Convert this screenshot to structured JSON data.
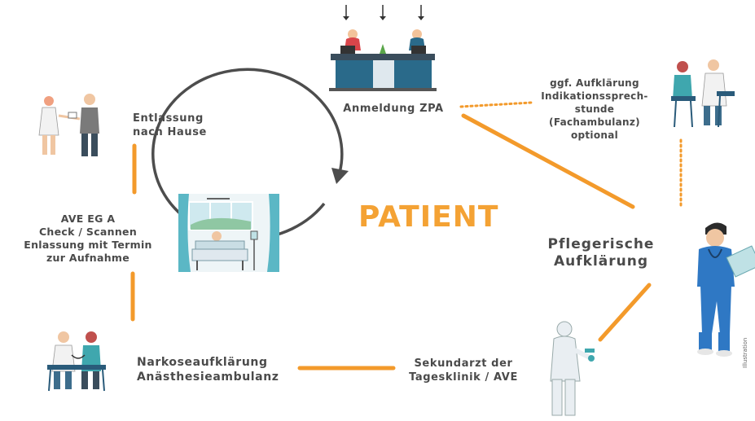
{
  "center": {
    "label": "PATIENT"
  },
  "steps": {
    "anmeldung": "Anmeldung ZPA",
    "aufklaerung_optional": "ggf. Aufklärung\nIndikationssprech-\nstunde\n(Fachambulanz)\noptional",
    "pflegerische": "Pflegerische\nAufklärung",
    "sekundarzt": "Sekundarzt der\nTagesklinik / AVE",
    "narkose": "Narkoseaufklärung\nAnästhesieambulanz",
    "ave": "AVE EG A\nCheck / Scannen\nEnlassung mit Termin\nzur Aufnahme",
    "entlassung": "Entlassung\nnach Hause"
  },
  "side_mark": "Illustration",
  "colors": {
    "accent": "#f39a2b",
    "text": "#4a4a4a",
    "circle": "#4d4d4d",
    "teal": "#2a6a8a",
    "curtain": "#5bb7c5",
    "blue_scrubs": "#2f78c4"
  },
  "icons": [
    "reception-desk-icon",
    "consultation-icon",
    "nurse-icon",
    "surgeon-icon",
    "anesthesia-consult-icon",
    "hospital-bed-icon",
    "discharge-icon"
  ]
}
